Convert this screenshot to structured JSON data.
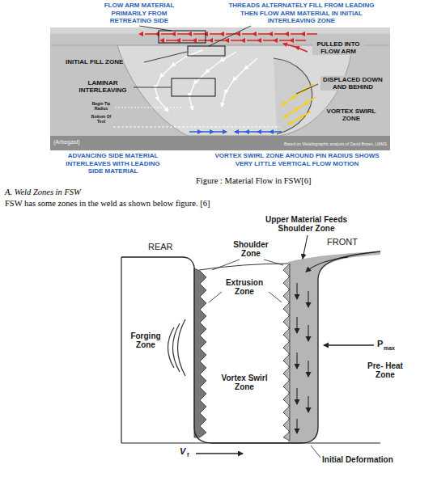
{
  "diagram": {
    "caption": "Figure : Material Flow in FSW[6]",
    "labels": [
      "FLOW ARM MATERIAL PRIMARILY FROM RETREATING SIDE",
      "THREADS ALTERNATELY FILL FROM LEADING THEN FLOW ARM MATERIAL IN INITIAL INTERLEAVING ZONE",
      "PULLED INTO FLOW ARM",
      "INITIAL FILL ZONE",
      "LAMINAR INTERLEAVING",
      "DISPLACED DOWN AND BEHIND",
      "Begin Tip Radius",
      "VORTEX SWIRL ZONE",
      "Bottom Of Tool",
      "(Arbegast)",
      "Based on Metallographic analysis of David Brown, LMMS",
      "ADVANCING SIDE MATERIAL INTERLEAVES WITH LEADING SIDE MATERIAL",
      "VORTEX SWIRL ZONE AROUND PIN RADIUS SHOWS VERY LITTLE VERTICAL FLOW MOTION",
      "A. Weld Zones in FSW",
      "FSW has some zones in the weld as shown below figure. [6]",
      "Upper Material Feeds Shoulder Zone",
      "REAR",
      "FRONT",
      "Shoulder Zone",
      "Extrusion Zone",
      "Forging Zone",
      "P",
      "max",
      "Pre- Heat Zone",
      "Vortex Swirl Zone",
      "V",
      "f",
      "Initial Deformation"
    ]
  }
}
